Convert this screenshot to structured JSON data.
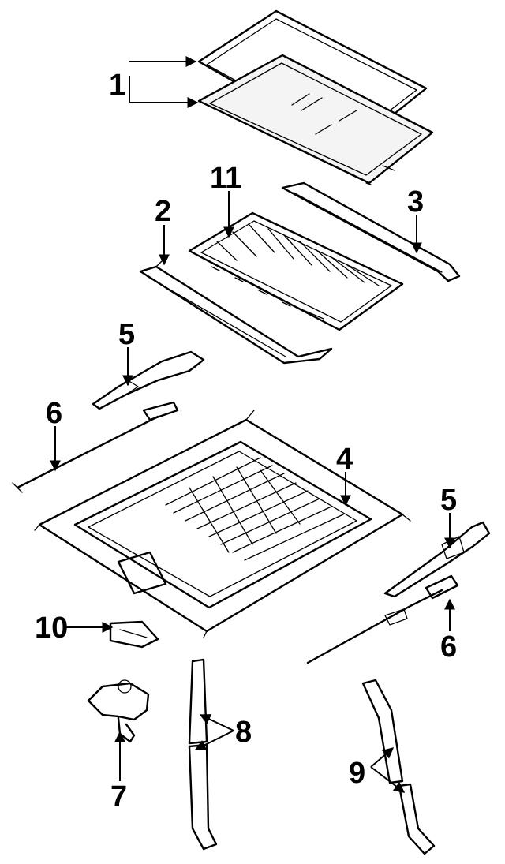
{
  "callouts": {
    "c1": "1",
    "c2": "2",
    "c3": "3",
    "c4": "4",
    "c5a": "5",
    "c5b": "5",
    "c6a": "6",
    "c6b": "6",
    "c7": "7",
    "c8": "8",
    "c9": "9",
    "c10": "10",
    "c11": "11"
  },
  "colors": {
    "line": "#000000",
    "background": "#ffffff"
  }
}
